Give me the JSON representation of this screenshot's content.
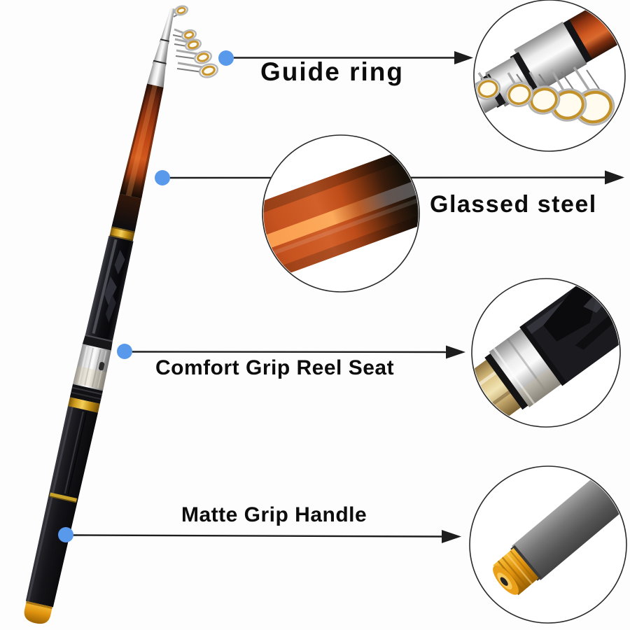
{
  "image_type": "product-feature-diagram",
  "product": "telescopic fishing rod",
  "callouts": [
    {
      "label": "Guide ring",
      "target": "rod-tip-guide-rings"
    },
    {
      "label": "Glassed steel",
      "target": "rod-blank"
    },
    {
      "label": "Comfort Grip Reel Seat",
      "target": "reel-seat"
    },
    {
      "label": "Matte Grip Handle",
      "target": "grip-handle"
    }
  ],
  "insets": [
    {
      "name": "guide-rings-closeup"
    },
    {
      "name": "glassed-steel-blank-closeup"
    },
    {
      "name": "reel-seat-closeup"
    },
    {
      "name": "handle-butt-cap-closeup"
    }
  ],
  "colors": {
    "callout_dot": "#5899ec",
    "arrow": "#1d1d1d",
    "text": "#0c0c0c",
    "rod_orange": "#c8501c",
    "rod_black": "#121216",
    "gold_trim": "#e8b02c",
    "chrome": "#d9d9d9",
    "butt_cap_gold": "#e8920e",
    "background": "#fdfdfd"
  }
}
